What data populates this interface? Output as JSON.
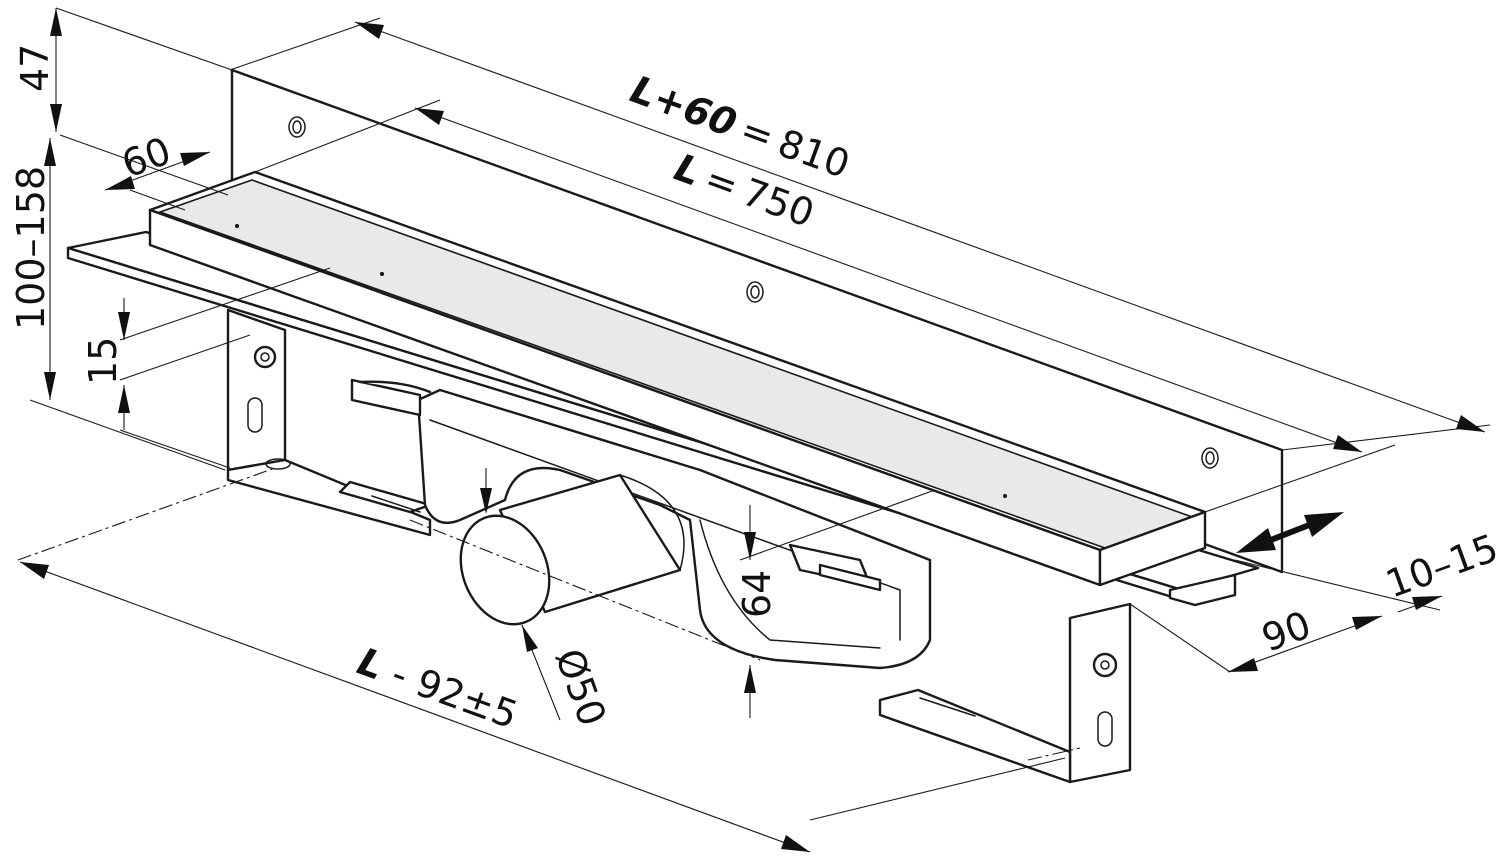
{
  "dimensions": {
    "overall_length": {
      "symbol": "L+60",
      "sign": "=",
      "value": "810"
    },
    "channel_length": {
      "symbol": "L",
      "sign": "=",
      "value": "750"
    },
    "channel_width": "60",
    "upstand_height": "47",
    "height_range": "100–158",
    "frame_depth": "15",
    "outlet_height": "64",
    "outlet_diameter": "Ø50",
    "outlet_spacing": {
      "symbol": "L",
      "rest": " - 92±5"
    },
    "depth_90": "90",
    "adjustment": "10–15"
  },
  "colors": {
    "line": "#1a1a1a",
    "fill": "#ffffff",
    "shade": "#e9e9e9"
  }
}
